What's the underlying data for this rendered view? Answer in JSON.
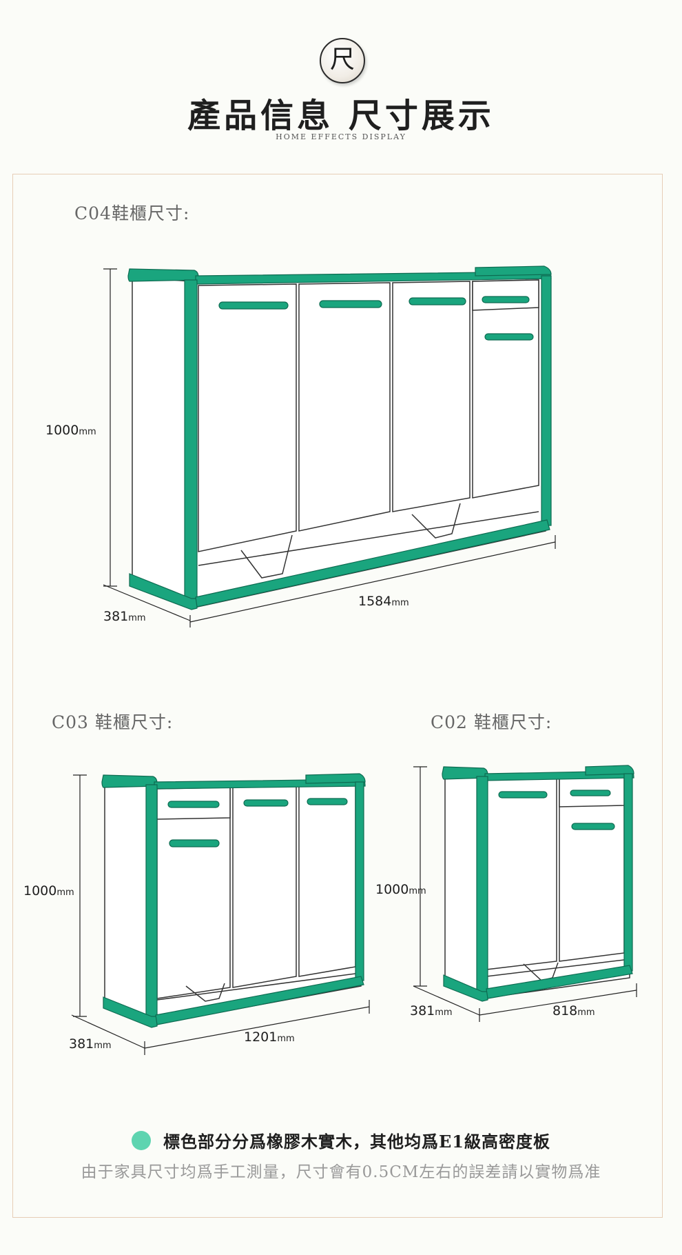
{
  "header": {
    "seal_char": "尺",
    "title": "產品信息 尺寸展示",
    "subtitle": "HOME EFFECTS DISPLAY"
  },
  "colors": {
    "accent_green": "#1aa57e",
    "dot_green": "#5ed4b0",
    "frame_border": "#e7cdb6"
  },
  "sections": {
    "c04": {
      "label": "C04鞋櫃尺寸:",
      "height": {
        "value": "1000",
        "unit": "mm"
      },
      "depth": {
        "value": "381",
        "unit": "mm"
      },
      "width": {
        "value": "1584",
        "unit": "mm"
      }
    },
    "c03": {
      "label": "C03 鞋櫃尺寸:",
      "height": {
        "value": "1000",
        "unit": "mm"
      },
      "depth": {
        "value": "381",
        "unit": "mm"
      },
      "width": {
        "value": "1201",
        "unit": "mm"
      }
    },
    "c02": {
      "label": "C02 鞋櫃尺寸:",
      "height": {
        "value": "1000",
        "unit": "mm"
      },
      "depth": {
        "value": "381",
        "unit": "mm"
      },
      "width": {
        "value": "818",
        "unit": "mm"
      }
    }
  },
  "legend": {
    "text": "標色部分分爲橡膠木實木，其他均爲E1級高密度板"
  },
  "note": "由于家具尺寸均爲手工測量，尺寸會有0.5CM左右的誤差請以實物爲准"
}
